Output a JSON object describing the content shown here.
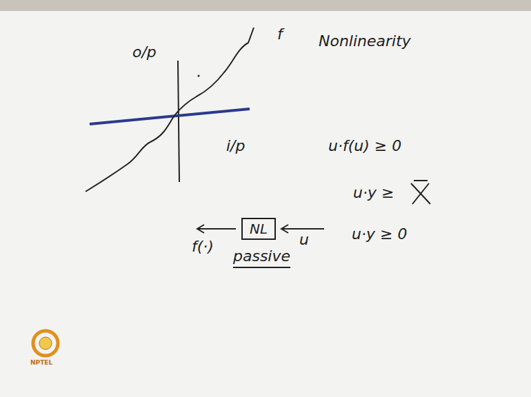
{
  "diagram": {
    "nodes": [
      {
        "text": [
          "NL"
        ]
      }
    ],
    "labels": [
      "o/p",
      "f",
      "Nonlinearity",
      "i/p",
      "u·f(u) ≥ 0",
      "u·y ≥",
      "u·y ≥ 0",
      "u",
      "f(·)",
      "passive",
      "NPTEL"
    ]
  }
}
